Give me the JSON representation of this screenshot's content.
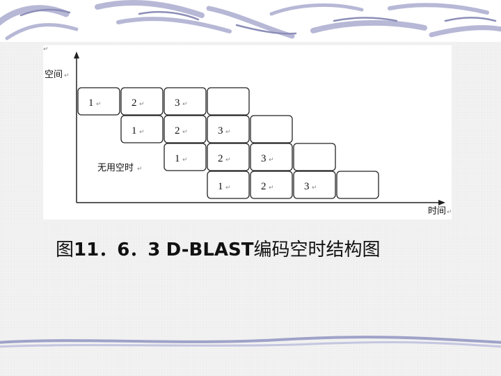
{
  "diagram": {
    "y_axis_label": "空间",
    "x_axis_label": "时间",
    "unused_label": "无用空时",
    "return_mark": "↵",
    "rows": [
      {
        "cells": [
          "1",
          "2",
          "3",
          ""
        ]
      },
      {
        "cells": [
          "1",
          "2",
          "3",
          ""
        ]
      },
      {
        "cells": [
          "1",
          "2",
          "3",
          ""
        ]
      },
      {
        "cells": [
          "1",
          "2",
          "3",
          ""
        ]
      }
    ]
  },
  "caption": {
    "prefix": "图",
    "number": "11．6．3",
    "code": "D-BLAST",
    "suffix": "编码空时结构图"
  }
}
